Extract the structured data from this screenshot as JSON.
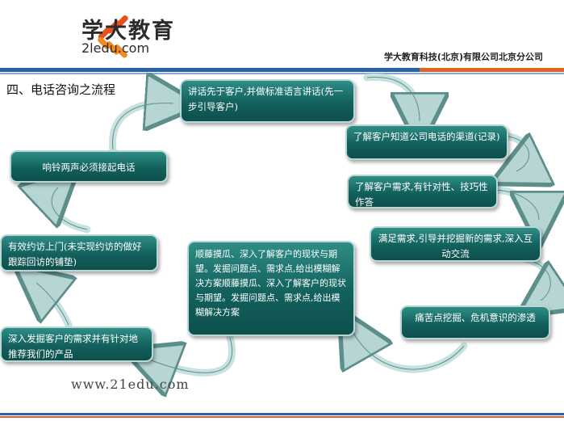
{
  "header": {
    "logo_text": "学大教育",
    "logo_sub": "2ledu.com",
    "company": "学大教育科技(北京)有限公司北京分公司"
  },
  "section_title": "四、电话咨询之流程",
  "steps": {
    "s1": "讲话先于客户,并做标准语言讲话(先一步引导客户)",
    "s2": "了解客户知道公司电话的渠道(记录)",
    "s3": "了解客户需求,有针对性、技巧性作答",
    "s4": "满足需求,引导并挖掘新的需求,深入互动交流",
    "s5": "痛苦点挖掘、危机意识的渗透",
    "s6": "顺藤摸瓜、深入了解客户的现状与期望。发掘问题点、需求点,给出模糊解决方案顺藤摸瓜、深入了解客户的现状与期望。发掘问题点、需求点,给出模糊解决方案",
    "s7": "深入发掘客户的需求并有针对地推荐我们的产品",
    "s8": "有效约访上门(未实现约访的做好跟踪回访的铺垫)",
    "s9": "响铃两声必须接起电话"
  },
  "footer": {
    "watermark": "www.21edu.com"
  },
  "colors": {
    "box": "#12605c",
    "arrow": "#c8e2e0",
    "bar_blue": "#2a63a8",
    "bar_orange": "#e2622a"
  }
}
